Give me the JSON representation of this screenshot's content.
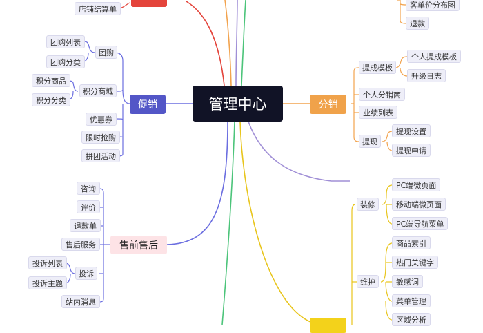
{
  "center": {
    "label": "管理中心"
  },
  "colors": {
    "promo": "#5356c7",
    "dist": "#f0a24a",
    "after": "#fde3e6",
    "blue_line": "#6b6ee0",
    "orange_line": "#f2a34e",
    "purple_line": "#a08fd6",
    "yellow_line": "#e8c51c",
    "red_line": "#e4443b",
    "green_line": "#4cc47a"
  },
  "top_left": {
    "store_settlement": "店铺结算单"
  },
  "promotion": {
    "label": "促销",
    "group_buy": {
      "label": "团购",
      "items": [
        "团购列表",
        "团购分类"
      ]
    },
    "points_mall": {
      "label": "积分商城",
      "items": [
        "积分商品",
        "积分分类"
      ]
    },
    "coupon": "优惠券",
    "flash_sale": "限时抢购",
    "group_activity": "拼团活动"
  },
  "distribution": {
    "label": "分销",
    "commission_template": {
      "label": "提成模板",
      "items": [
        "个人提成模板",
        "升级日志"
      ]
    },
    "personal_distributor": "个人分销商",
    "performance_list": "业绩列表",
    "withdraw": {
      "label": "提现",
      "items": [
        "提现设置",
        "提现申请"
      ]
    }
  },
  "top_right": {
    "items": [
      "客单价分布图",
      "退款"
    ]
  },
  "after_sales": {
    "label": "售前售后",
    "inquiry": "咨询",
    "review": "评价",
    "refund_order": "退款单",
    "after_sale_service": "售后服务",
    "complaint": {
      "label": "投诉",
      "items": [
        "投诉列表",
        "投诉主题"
      ]
    },
    "site_message": "站内消息"
  },
  "decoration": {
    "label": "装修",
    "items": [
      "PC端微页面",
      "移动端微页面",
      "PC端导航菜单"
    ]
  },
  "maintenance": {
    "label": "维护",
    "items": [
      "商品索引",
      "热门关键字",
      "敏感词",
      "菜单管理",
      "区域分析"
    ]
  }
}
